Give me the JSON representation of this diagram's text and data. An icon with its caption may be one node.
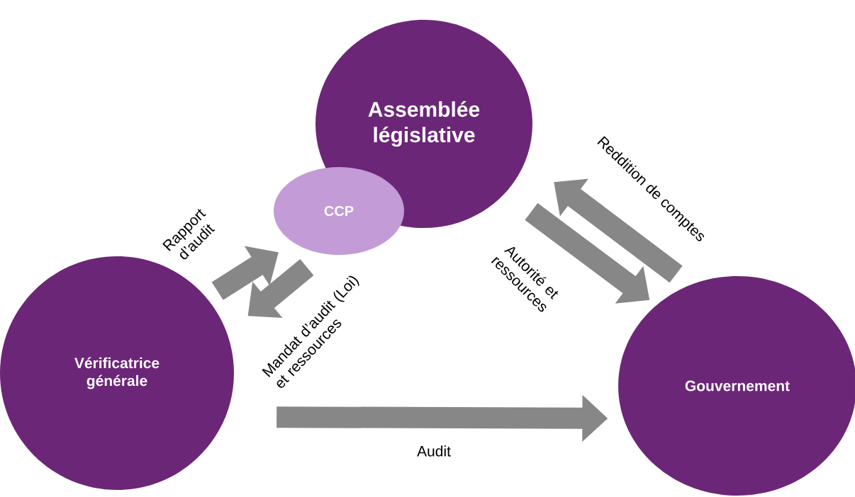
{
  "diagram": {
    "nodes": [
      {
        "text": [
          "Assemblée législative"
        ]
      },
      {
        "text": [
          "CCP"
        ]
      },
      {
        "text": [
          "Vérificatrice générale"
        ]
      },
      {
        "text": [
          "Gouvernement"
        ]
      }
    ],
    "edges": [
      {
        "from": 2,
        "to": 1,
        "arrow": "to",
        "label": "Rapport d’audit"
      },
      {
        "from": 1,
        "to": 2,
        "arrow": "to",
        "label": "Mandat d’audit (Loi) et ressources"
      },
      {
        "from": 0,
        "to": 3,
        "arrow": "to",
        "label": "Autorité et ressources"
      },
      {
        "from": 3,
        "to": 0,
        "arrow": "to",
        "label": "Reddition de comptes"
      },
      {
        "from": 2,
        "to": 3,
        "arrow": "to",
        "label": "Audit"
      }
    ]
  }
}
